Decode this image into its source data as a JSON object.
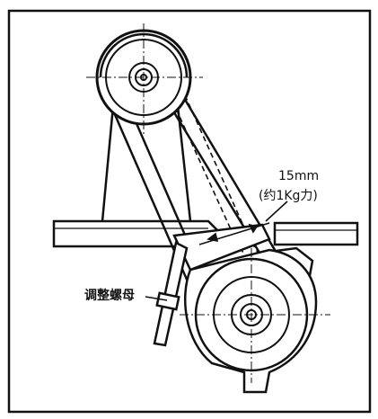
{
  "labels": {
    "belt_deflection": "15mm",
    "force_note": "(约1Kg力)",
    "adjust_nut": "调整螺母"
  },
  "colors": {
    "ink": "#111111",
    "paper": "#ffffff"
  }
}
